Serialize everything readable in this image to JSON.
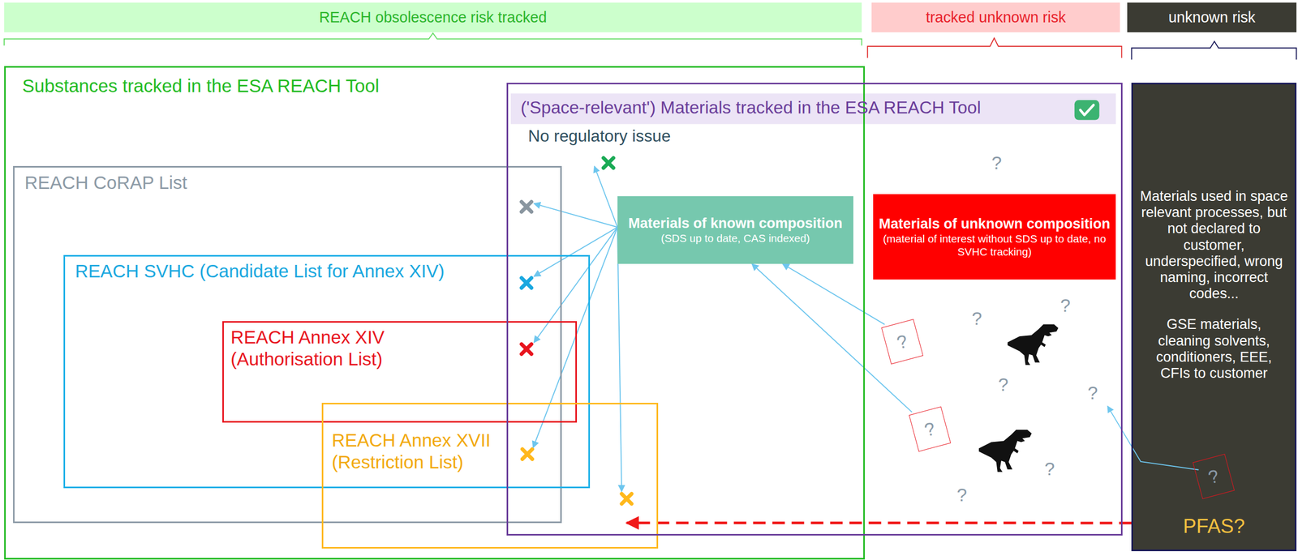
{
  "diagram": {
    "nodes": [
      {
        "text": [
          "REACH obsolescence risk tracked"
        ]
      },
      {
        "text": [
          "tracked unknown risk"
        ]
      },
      {
        "text": [
          "unknown risk"
        ]
      },
      {
        "text": [
          "Substances tracked in the ESA REACH Tool"
        ]
      },
      {
        "text": [
          "REACH CoRAP List"
        ],
        "in": 3
      },
      {
        "text": [
          "REACH SVHC (Candidate List for Annex XIV)"
        ],
        "in": 3
      },
      {
        "text": [
          "REACH Annex XIV (Authorisation List)"
        ],
        "in": 5
      },
      {
        "text": [
          "REACH Annex XVII (Restriction List)"
        ],
        "in": 3
      },
      {
        "text": [
          "('Space-relevant') Materials tracked in the ESA REACH Tool"
        ]
      },
      {
        "text": [
          "Materials of known composition",
          "(SDS up to date, CAS indexed)"
        ],
        "in": 8
      },
      {
        "text": [
          "Materials of unknown composition",
          "(material of interest without SDS up to date, no SVHC tracking)"
        ],
        "in": 8
      },
      {
        "text": [
          "?"
        ],
        "in": 8
      },
      {
        "text": [
          "?"
        ],
        "in": 8
      },
      {
        "text": [
          "Materials used in space relevant processes, but not declared to customer, underspecified, wrong naming, incorrect codes...",
          "GSE materials, cleaning solvents, conditioners, EEE, CFIs to customer",
          "PFAS?"
        ]
      },
      {
        "text": [
          "?"
        ],
        "in": 13
      }
    ],
    "edges": [
      {
        "from": 9,
        "to": 4,
        "arrow": "to"
      },
      {
        "from": 9,
        "to": 5,
        "arrow": "to"
      },
      {
        "from": 9,
        "to": 6,
        "arrow": "to"
      },
      {
        "from": 9,
        "to": 7,
        "arrow": "to"
      },
      {
        "from": 9,
        "to": 7,
        "arrow": "to"
      },
      {
        "from": 11,
        "to": 9,
        "arrow": "to"
      },
      {
        "from": 12,
        "to": 9,
        "arrow": "to"
      },
      {
        "from": 13,
        "to": 7,
        "arrow": "to"
      }
    ],
    "labels": [
      "No regulatory issue",
      "?",
      "?",
      "?",
      "?",
      "?",
      "?",
      "?"
    ]
  }
}
